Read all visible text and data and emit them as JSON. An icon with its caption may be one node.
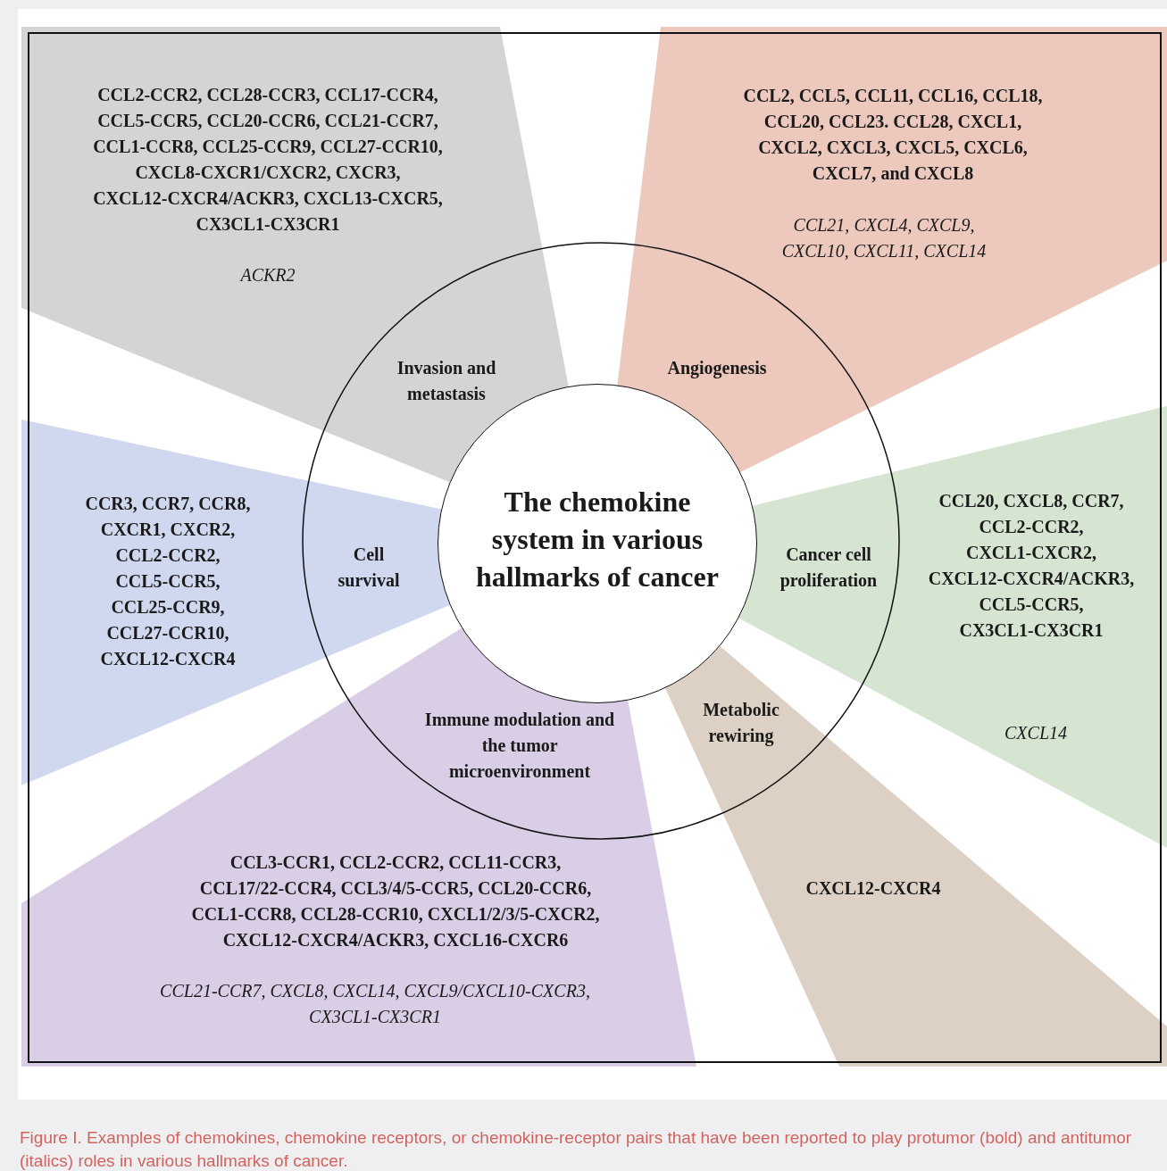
{
  "diagram": {
    "caption": "Figure I. Examples of chemokines, chemokine receptors, or chemokine-receptor pairs that have been reported to play protumor (bold) and antitumor (italics) roles in various hallmarks of cancer.",
    "nodes": [
      {
        "text": [
          "The chemokine system in various hallmarks of cancer"
        ]
      },
      {
        "text": [
          "CCL2-CCR2, CCL28-CCR3, CCL17-CCR4, CCL5-CCR5, CCL20-CCR6, CCL21-CCR7, CCL1-CCR8, CCL25-CCR9, CCL27-CCR10, CXCL8-CXCR1/CXCR2, CXCR3, CXCL12-CXCR4/ACKR3, CXCL13-CXCR5, CX3CL1-CX3CR1",
          "ACKR2",
          "Invasion and metastasis"
        ]
      },
      {
        "text": [
          "CCL2, CCL5, CCL11, CCL16, CCL18, CCL20, CCL23. CCL28, CXCL1, CXCL2, CXCL3, CXCL5, CXCL6, CXCL7, and CXCL8",
          "CCL21, CXCL4, CXCL9, CXCL10, CXCL11, CXCL14",
          "Angiogenesis"
        ]
      },
      {
        "text": [
          "CCR3, CCR7, CCR8, CXCR1, CXCR2, CCL2-CCR2, CCL5-CCR5, CCL25-CCR9, CCL27-CCR10, CXCL12-CXCR4",
          "Cell survival"
        ]
      },
      {
        "text": [
          "Cancer cell proliferation",
          "CCL20, CXCL8, CCR7, CCL2-CCR2, CXCL1-CXCR2, CXCL12-CXCR4/ACKR3, CCL5-CCR5, CX3CL1-CX3CR1",
          "CXCL14"
        ]
      },
      {
        "text": [
          "Immune modulation and the tumor microenvironment",
          "CCL3-CCR1, CCL2-CCR2, CCL11-CCR3, CCL17/22-CCR4, CCL3/4/5-CCR5, CCL20-CCR6, CCL1-CCR8, CCL28-CCR10, CXCL1/2/3/5-CXCR2, CXCL12-CXCR4/ACKR3, CXCL16-CXCR6",
          "CCL21-CCR7, CXCL8, CXCL14, CXCL9/CXCL10-CXCR3, CX3CL1-CX3CR1"
        ]
      },
      {
        "text": [
          "Metabolic rewiring",
          "CXCL12-CXCR4"
        ]
      }
    ],
    "edges": []
  }
}
